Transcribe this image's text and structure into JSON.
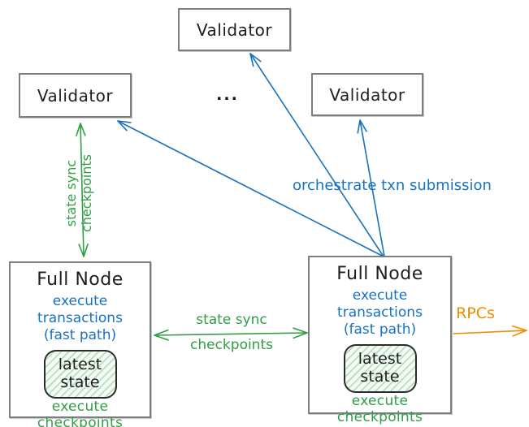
{
  "colors": {
    "blue": "#1971c2",
    "green": "#2f9e44",
    "orange": "#f08c00",
    "box_border": "#7e7e7e",
    "text": "#1e1e1e",
    "state_fill": "#b2f2bb"
  },
  "nodes": {
    "validator_top": {
      "label": "Validator"
    },
    "validator_left": {
      "label": "Validator"
    },
    "validator_right": {
      "label": "Validator"
    },
    "ellipsis": "...",
    "full_node_left": {
      "title": "Full Node",
      "fast_path_line1": "execute transactions",
      "fast_path_line2": "(fast path)",
      "state_line1": "latest",
      "state_line2": "state",
      "footer": "execute checkpoints"
    },
    "full_node_right": {
      "title": "Full Node",
      "fast_path_line1": "execute transactions",
      "fast_path_line2": "(fast path)",
      "state_line1": "latest",
      "state_line2": "state",
      "footer": "execute checkpoints"
    }
  },
  "edge_labels": {
    "vertical_state_sync": {
      "line1": "state sync",
      "line2": "checkpoints"
    },
    "horizontal_state_sync": {
      "line1": "state sync",
      "line2": "checkpoints"
    },
    "orchestrate": "orchestrate txn submission",
    "rpcs": "RPCs"
  }
}
